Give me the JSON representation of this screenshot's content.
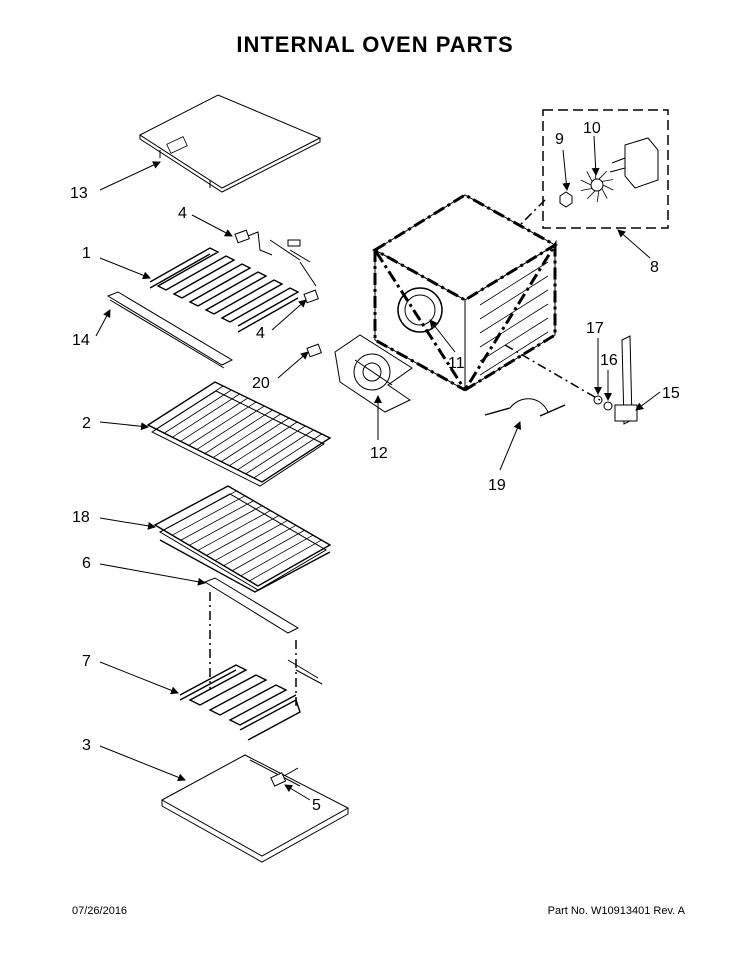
{
  "title": "INTERNAL OVEN PARTS",
  "callouts": {
    "c1": "1",
    "c2": "2",
    "c3": "3",
    "c4a": "4",
    "c4b": "4",
    "c5": "5",
    "c6": "6",
    "c7": "7",
    "c8": "8",
    "c9": "9",
    "c10": "10",
    "c11": "11",
    "c12": "12",
    "c13": "13",
    "c14": "14",
    "c15": "15",
    "c16": "16",
    "c17": "17",
    "c18": "18",
    "c19": "19",
    "c20": "20"
  },
  "footer": {
    "date": "07/26/2016",
    "part_no": "Part No.  W10913401  Rev. A"
  }
}
